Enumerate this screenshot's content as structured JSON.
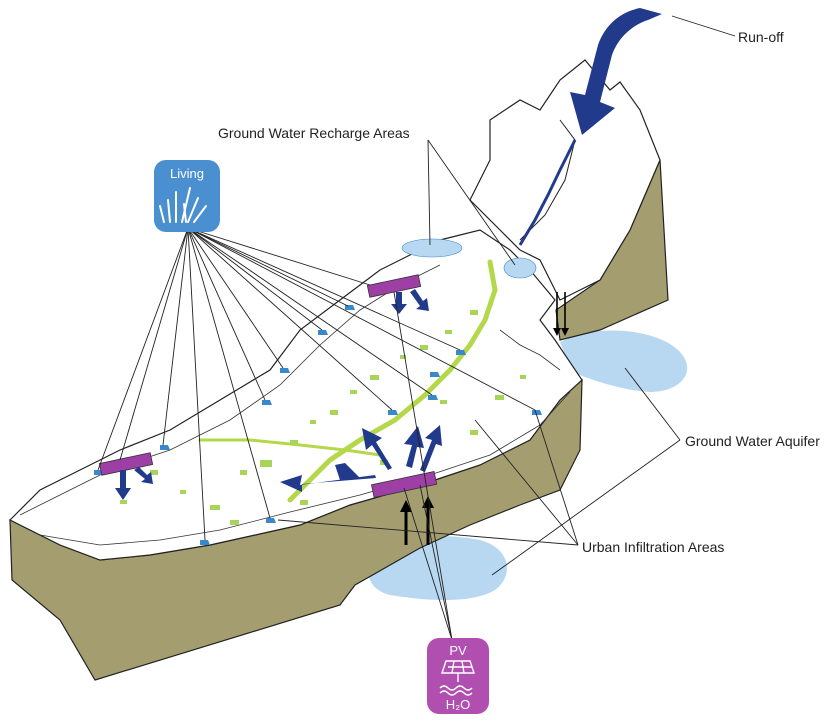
{
  "labels": {
    "runoff": "Run-off",
    "recharge": "Ground Water Recharge Areas",
    "aquifer": "Ground Water Aquifer",
    "infiltration": "Urban Infiltration Areas"
  },
  "badges": {
    "living": {
      "title": "Living",
      "color": "#4a8fd0"
    },
    "pv": {
      "title": "PV",
      "subtitle": "H₂O",
      "color": "#b04fb0"
    }
  },
  "colors": {
    "terrain_side": "#a39d70",
    "aquifer": "#b8d8f2",
    "arrow": "#223a8c",
    "river": "#b5d84a",
    "green_patch": "#a8d45a",
    "water_node": "#3a88cc",
    "building": "#9e3fa6"
  }
}
